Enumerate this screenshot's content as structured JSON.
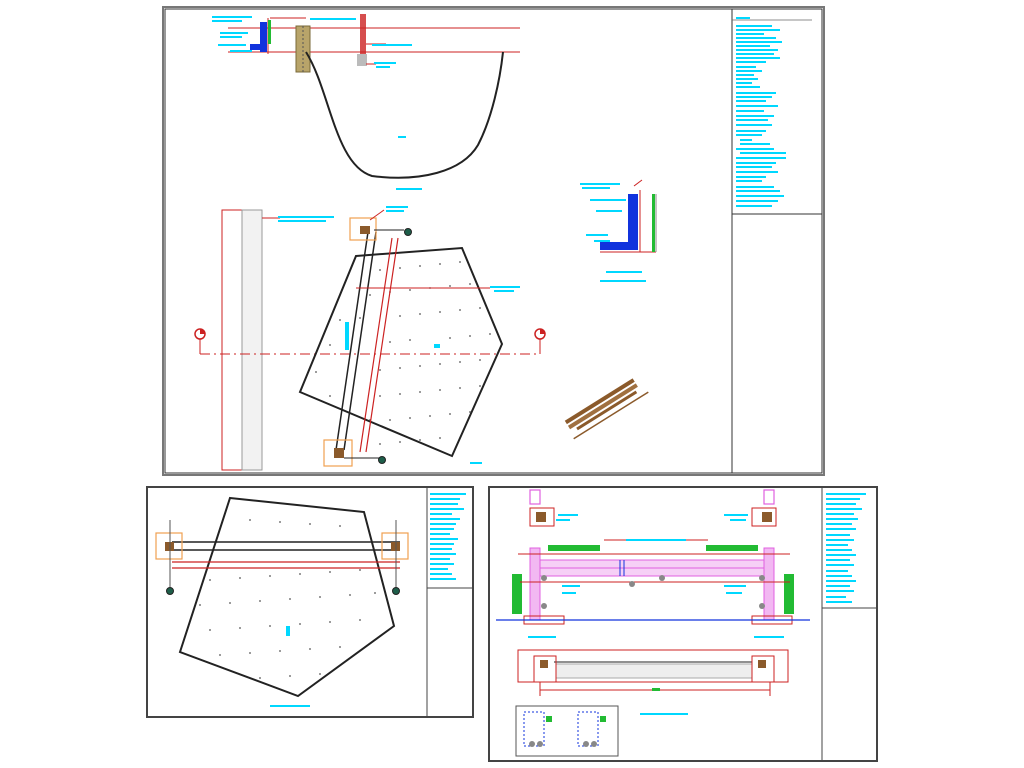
{
  "colors": {
    "background": "#ffffff",
    "frame": "#333333",
    "outline": "#222222",
    "redline": "#cc2222",
    "label": "#00d8ff",
    "green": "#22bb33",
    "blue": "#1133dd",
    "magenta": "#e060e0",
    "brown": "#8b5a2b",
    "orange": "#f0a050"
  },
  "sheets": [
    {
      "id": "sheet-main",
      "kind": "main-plan"
    },
    {
      "id": "sheet-bottom-left",
      "kind": "plan"
    },
    {
      "id": "sheet-bottom-right",
      "kind": "sections"
    }
  ],
  "icons": [
    "section-marker-icon",
    "node-marker-icon",
    "north-arrow-icon"
  ]
}
